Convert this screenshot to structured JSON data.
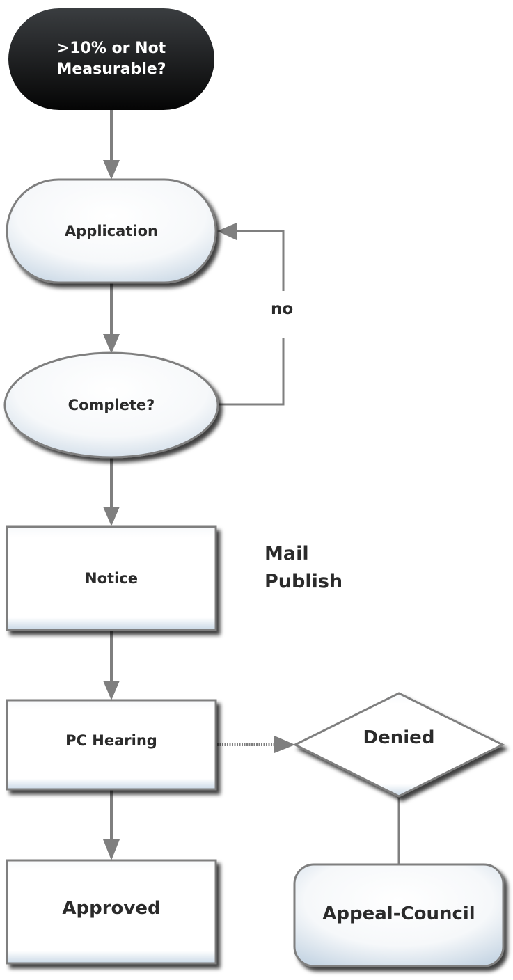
{
  "diagram": {
    "type": "flowchart",
    "colors": {
      "start_fill": "#1a1a1a",
      "node_stroke": "#7f7f7f",
      "node_fill_light": "#ffffff",
      "node_fill_tint": "#c9d8e6",
      "connector": "#7f7f7f",
      "text": "#2b2b2b"
    },
    "nodes": {
      "start": {
        "label": ">10% or Not Measurable?",
        "shape": "terminator-dark"
      },
      "application": {
        "label": "Application",
        "shape": "terminator"
      },
      "complete": {
        "label": "Complete?",
        "shape": "ellipse-decision"
      },
      "notice": {
        "label": "Notice",
        "shape": "process"
      },
      "pc_hearing": {
        "label": "PC Hearing",
        "shape": "process"
      },
      "approved": {
        "label": "Approved",
        "shape": "process"
      },
      "denied": {
        "label": "Denied",
        "shape": "decision"
      },
      "appeal": {
        "label": "Appeal-Council",
        "shape": "rounded-rect"
      }
    },
    "notice_annotation": {
      "line1": "Mail",
      "line2": "Publish"
    },
    "edges": [
      {
        "from": "start",
        "to": "application",
        "style": "solid-arrow"
      },
      {
        "from": "application",
        "to": "complete",
        "style": "solid-arrow"
      },
      {
        "from": "complete",
        "to": "application",
        "style": "solid-arrow",
        "label": "no"
      },
      {
        "from": "complete",
        "to": "notice",
        "style": "solid-arrow"
      },
      {
        "from": "notice",
        "to": "pc_hearing",
        "style": "solid-arrow"
      },
      {
        "from": "pc_hearing",
        "to": "approved",
        "style": "solid-arrow"
      },
      {
        "from": "pc_hearing",
        "to": "denied",
        "style": "dotted-arrow"
      },
      {
        "from": "denied",
        "to": "appeal",
        "style": "solid-line"
      }
    ]
  }
}
